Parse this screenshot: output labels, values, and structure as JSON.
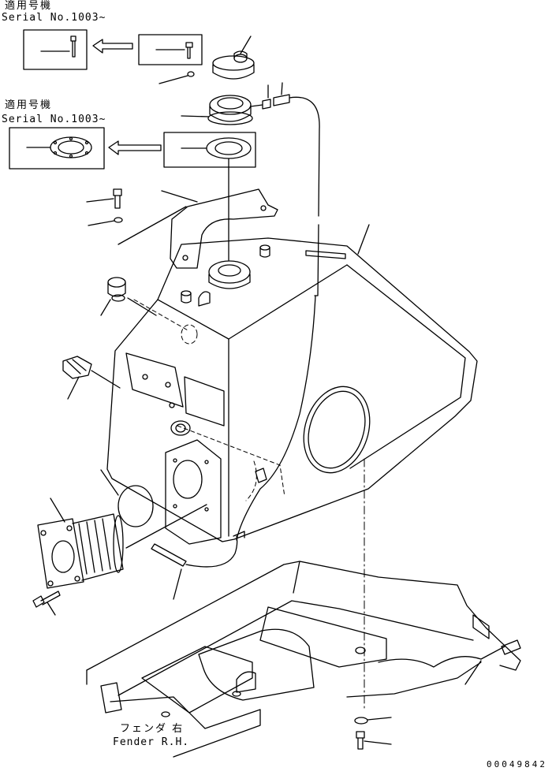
{
  "labels": {
    "applicable_top_jp": "適用号機",
    "serial_top": "Serial No.1003~",
    "applicable_mid_jp": "適用号機",
    "serial_mid": "Serial No.1003~",
    "fender_jp": "フェンダ 右",
    "fender_en": "Fender R.H."
  },
  "figure_id": "00049842"
}
